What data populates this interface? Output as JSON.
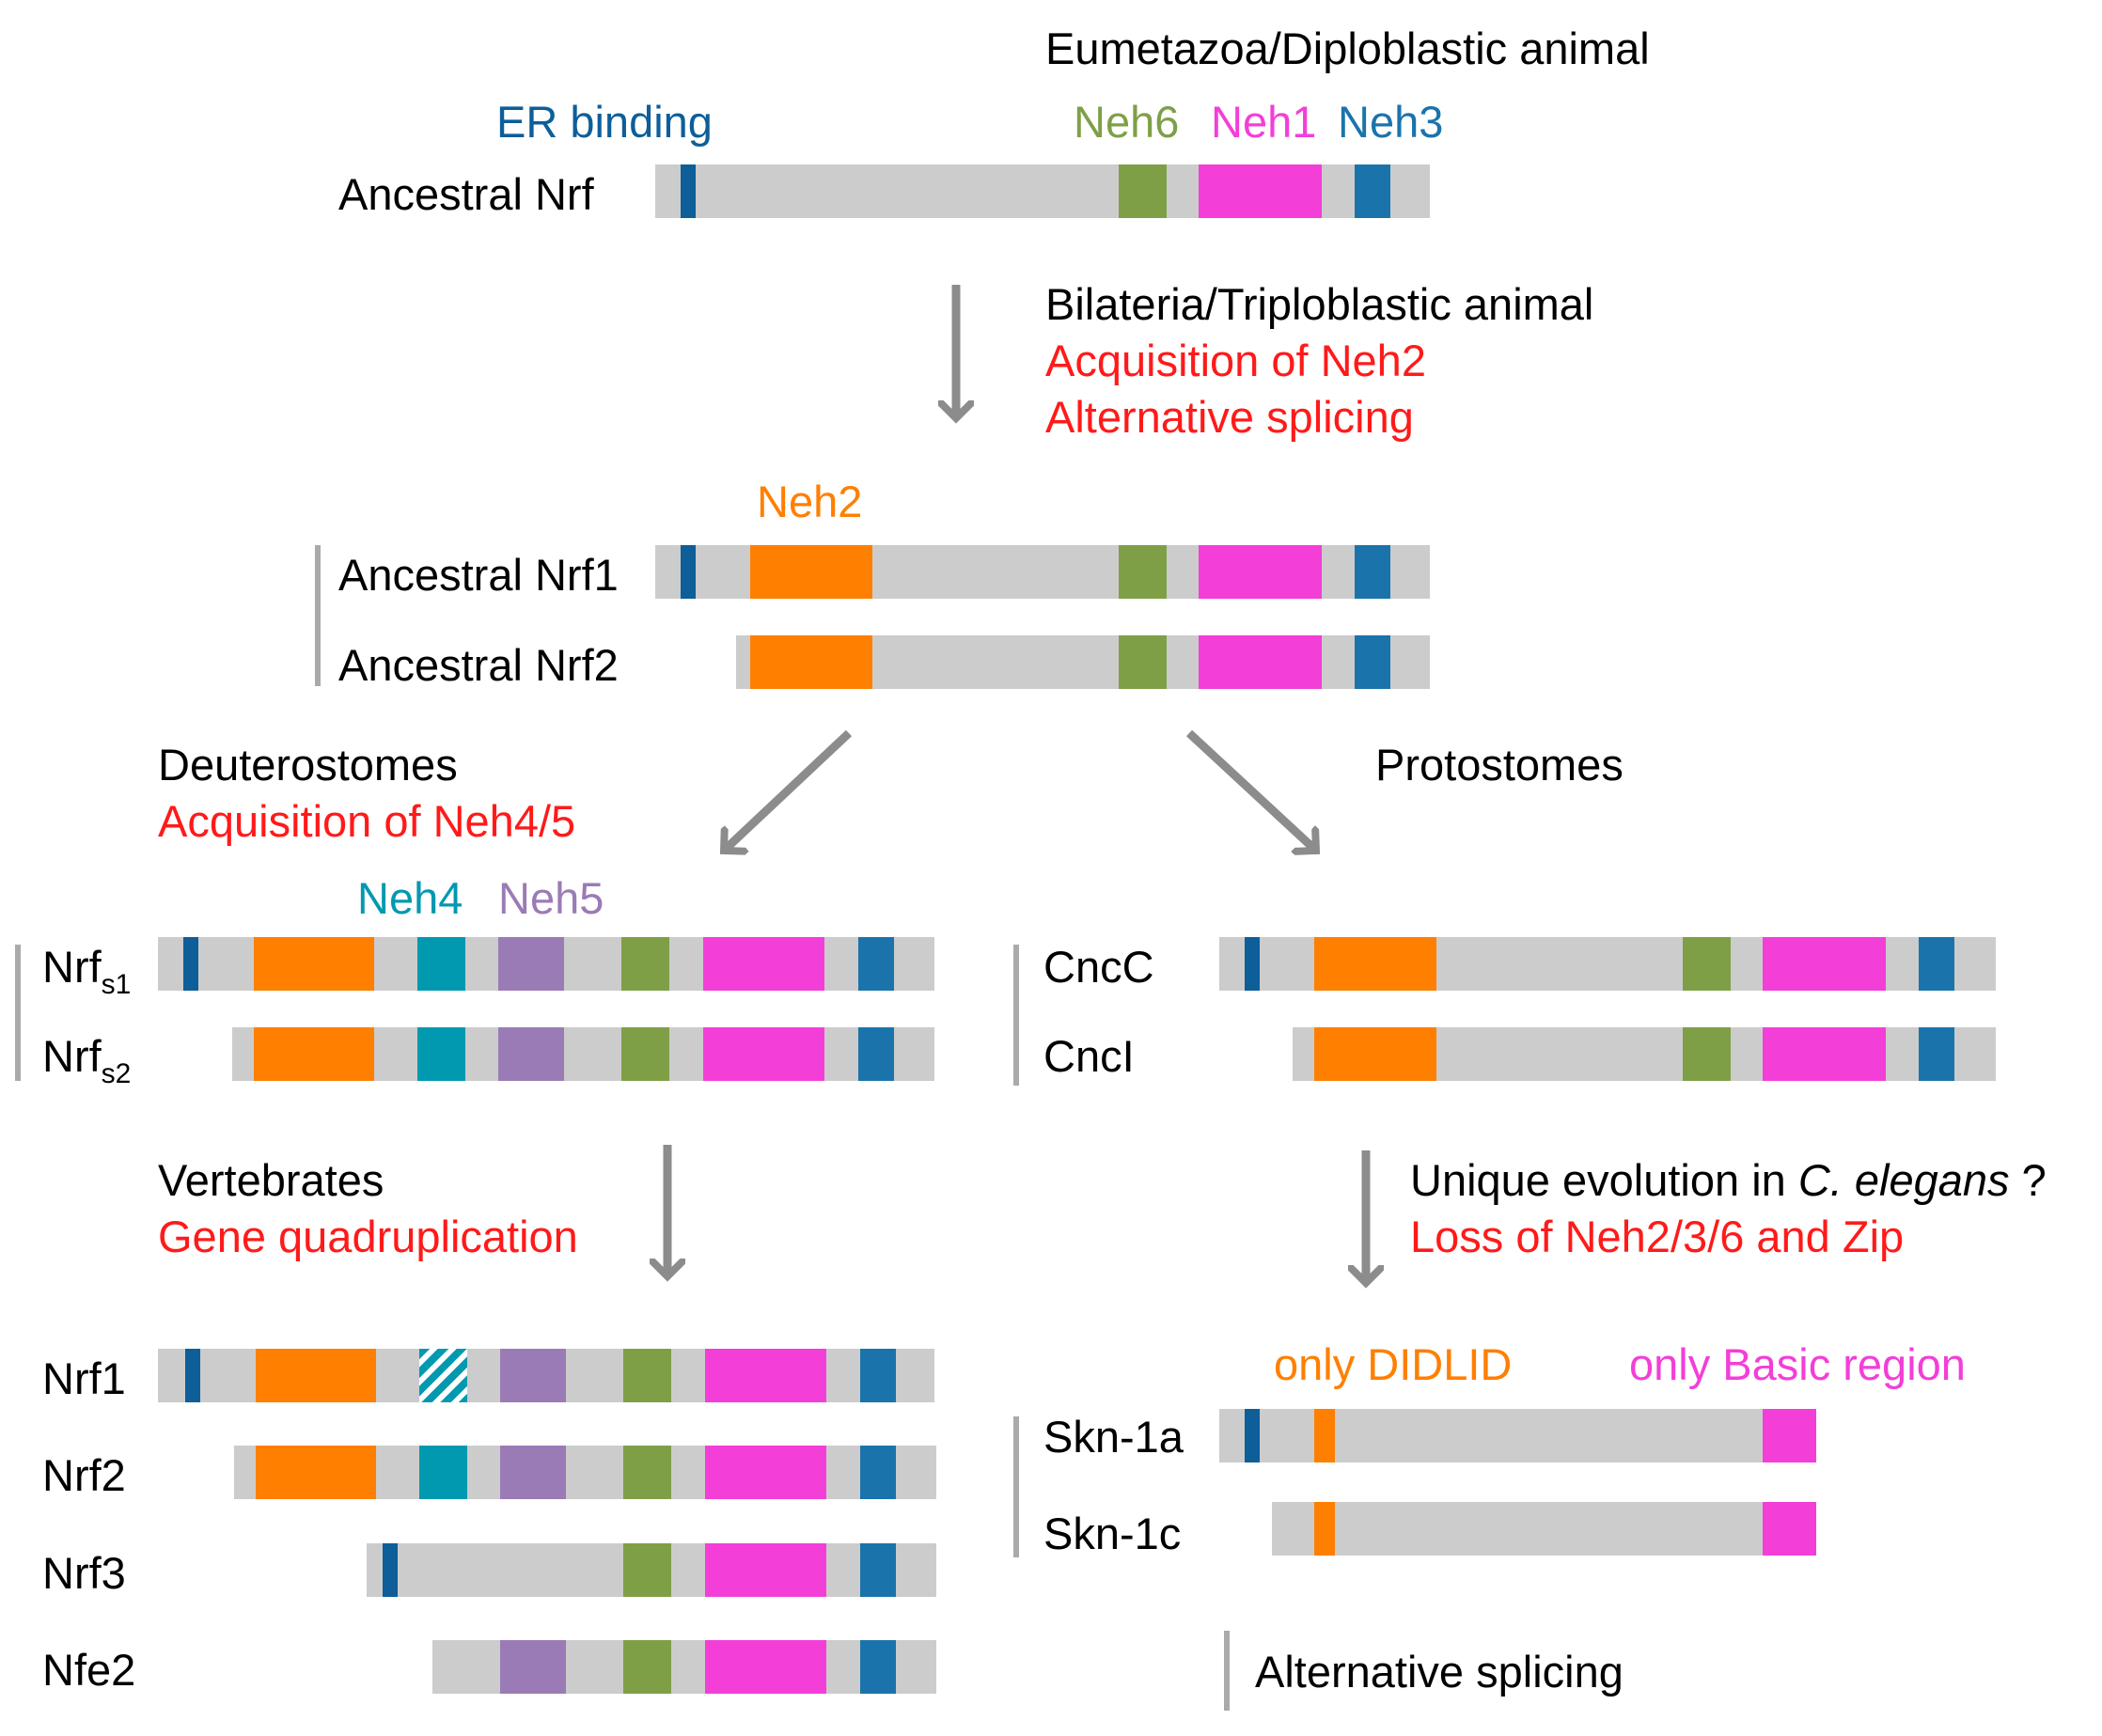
{
  "colors": {
    "backbone": "#cccccc",
    "er_binding": "#0d5e99",
    "neh6": "#7f9f47",
    "neh1": "#f33ed8",
    "neh3": "#1a74ab",
    "neh2": "#ff7f00",
    "neh4": "#0099b0",
    "neh5": "#9b7bb5",
    "annotation_red": "#ff1a1a",
    "arrow": "#8c8c8c",
    "bracket": "#aaaaaa"
  },
  "labels": {
    "eumetazoa": "Eumetazoa/Diploblastic animal",
    "er_binding": "ER binding",
    "neh6": "Neh6",
    "neh1": "Neh1",
    "neh3": "Neh3",
    "bilateria": "Bilateria/Triploblastic animal",
    "acq_neh2": "Acquisition of Neh2",
    "alt_splicing_red": "Alternative splicing",
    "neh2": "Neh2",
    "deuterostomes": "Deuterostomes",
    "acq_neh45": "Acquisition of Neh4/5",
    "protostomes": "Protostomes",
    "neh4": "Neh4",
    "neh5": "Neh5",
    "vertebrates": "Vertebrates",
    "gene_quad": "Gene quadruplication",
    "unique_prefix": "Unique evolution in ",
    "unique_species": "C. elegans",
    "unique_suffix": " ?",
    "loss": "Loss of Neh2/3/6 and Zip",
    "only_didlid": "only DIDLID",
    "only_basic": "only Basic region",
    "legend_alt_splicing": "Alternative splicing"
  },
  "proteins": {
    "ancestral_nrf": "Ancestral Nrf",
    "ancestral_nrf1": "Ancestral Nrf1",
    "ancestral_nrf2": "Ancestral Nrf2",
    "nrfs1_base": "Nrf",
    "nrfs1_sub": "s1",
    "nrfs2_base": "Nrf",
    "nrfs2_sub": "s2",
    "cncc": "CncC",
    "cnci": "CncI",
    "nrf1": "Nrf1",
    "nrf2": "Nrf2",
    "nrf3": "Nrf3",
    "nfe2": "Nfe2",
    "skn1a": "Skn-1a",
    "skn1c": "Skn-1c"
  }
}
